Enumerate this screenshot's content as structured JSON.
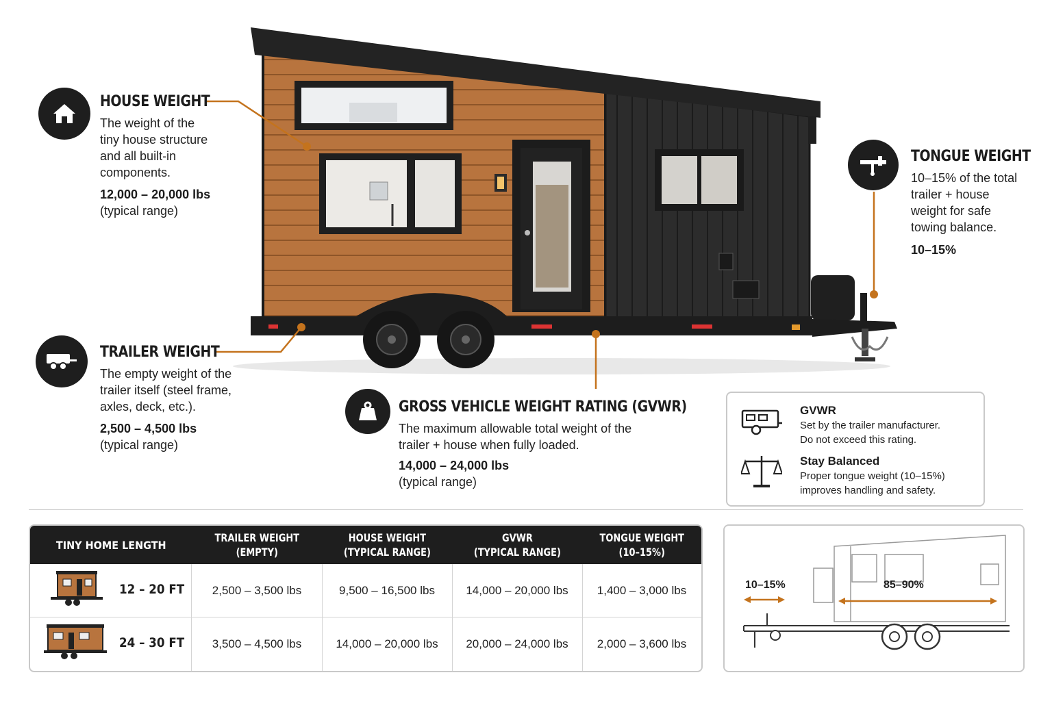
{
  "callouts": {
    "house": {
      "icon": "house-icon",
      "title": "HOUSE WEIGHT",
      "text": [
        "The weight of the",
        "tiny house structure",
        "and all built-in",
        "components."
      ],
      "range": "12,000 – 20,000 lbs",
      "note": "(typical range)"
    },
    "trailer": {
      "icon": "trailer-icon",
      "title": "TRAILER WEIGHT",
      "text": [
        "The empty weight of the",
        "trailer itself (steel frame,",
        "axles, deck, etc.)."
      ],
      "range": "2,500 – 4,500 lbs",
      "note": "(typical range)"
    },
    "gvwr": {
      "icon": "weight-icon",
      "title": "GROSS VEHICLE WEIGHT RATING (GVWR)",
      "text": [
        "The maximum allowable total weight of the",
        "trailer + house when fully loaded."
      ],
      "range": "14,000 – 24,000 lbs",
      "note": "(typical range)"
    },
    "tongue": {
      "icon": "hitch-icon",
      "title": "TONGUE WEIGHT",
      "text": [
        "10–15% of the total",
        "trailer + house",
        "weight for safe",
        "towing balance."
      ],
      "range": "10–15%"
    }
  },
  "legend": {
    "items": [
      {
        "icon": "rv-trailer-icon",
        "title": "GVWR",
        "lines": [
          "Set by the trailer manufacturer.",
          "Do not exceed this rating."
        ]
      },
      {
        "icon": "balance-scale-icon",
        "title": "Stay Balanced",
        "lines": [
          "Proper tongue weight (10–15%)",
          "improves handling and safety."
        ]
      }
    ]
  },
  "table": {
    "headers": [
      [
        "TINY HOME LENGTH"
      ],
      [
        "TRAILER WEIGHT",
        "(EMPTY)"
      ],
      [
        "HOUSE WEIGHT",
        "(TYPICAL RANGE)"
      ],
      [
        "GVWR",
        "(TYPICAL RANGE)"
      ],
      [
        "TONGUE WEIGHT",
        "(10–15%)"
      ]
    ],
    "rows": [
      {
        "length": "12 – 20 FT",
        "trailer": "2,500 – 3,500 lbs",
        "house": "9,500 – 16,500 lbs",
        "gvwr": "14,000 – 20,000 lbs",
        "tongue": "1,400 – 3,000 lbs"
      },
      {
        "length": "24 – 30 FT",
        "trailer": "3,500 – 4,500 lbs",
        "house": "14,000 – 20,000 lbs",
        "gvwr": "20,000 – 24,000 lbs",
        "tongue": "2,000 – 3,600 lbs"
      }
    ]
  },
  "distribution": {
    "front": "10–15%",
    "rear": "85–90%"
  },
  "colors": {
    "accent": "#c4731d",
    "dark": "#1e1e1e",
    "wood": "#b8743e",
    "siding": "#2b2b2b"
  }
}
